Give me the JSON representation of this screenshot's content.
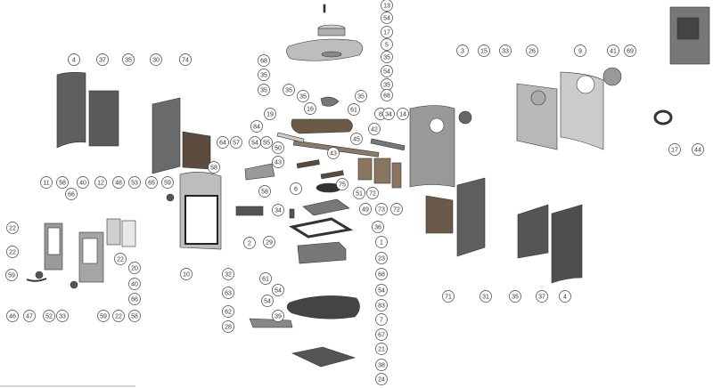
{
  "diagram": {
    "type": "exploded-parts-diagram",
    "colors": {
      "part_dark": "#5a5a5a",
      "part_mid": "#8a8a8a",
      "part_light": "#c8c8c8",
      "vermiculite": "#6b5a4a",
      "line": "#333333"
    },
    "callouts": [
      "4",
      "37",
      "35",
      "30",
      "74",
      "64",
      "57",
      "58",
      "11",
      "58",
      "66",
      "40",
      "12",
      "48",
      "53",
      "65",
      "59",
      "22",
      "22",
      "59",
      "46",
      "47",
      "52",
      "33",
      "59",
      "22",
      "58",
      "22",
      "20",
      "40",
      "66",
      "10",
      "32",
      "63",
      "62",
      "28",
      "13",
      "54",
      "17",
      "5",
      "35",
      "54",
      "35",
      "68",
      "68",
      "35",
      "35",
      "35",
      "35",
      "35",
      "16",
      "61",
      "8",
      "34",
      "14",
      "19",
      "84",
      "42",
      "45",
      "50",
      "43",
      "43",
      "54",
      "55",
      "6",
      "58",
      "75",
      "51",
      "72",
      "73",
      "72",
      "49",
      "34",
      "36",
      "29",
      "2",
      "1",
      "23",
      "68",
      "54",
      "61",
      "54",
      "83",
      "54",
      "39",
      "7",
      "67",
      "21",
      "38",
      "24",
      "3",
      "15",
      "33",
      "26",
      "9",
      "41",
      "69",
      "17",
      "44",
      "71",
      "31",
      "35",
      "37",
      "4"
    ]
  }
}
